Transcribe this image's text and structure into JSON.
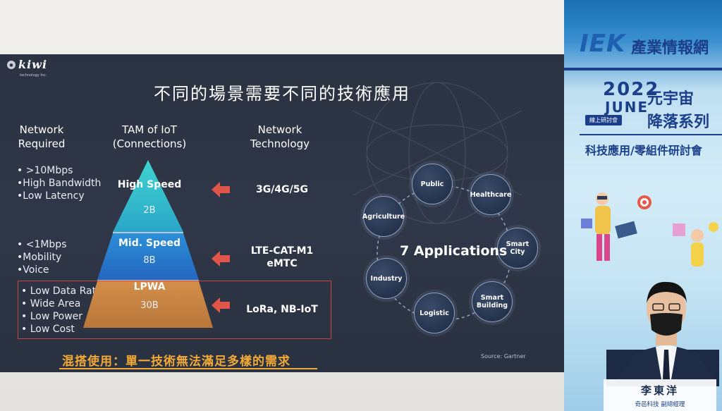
{
  "slide": {
    "logo": {
      "name": "kiwi",
      "subtitle": "technology Inc."
    },
    "title": "不同的場景需要不同的技術應用",
    "headers": {
      "network_required": [
        "Network",
        "Required"
      ],
      "tam": [
        "TAM of IoT",
        "(Connections)"
      ],
      "network_technology": [
        "Network",
        "Technology"
      ]
    },
    "tiers": [
      {
        "name": "High Speed",
        "connections": "2B",
        "requirements": [
          "• >10Mbps",
          "•High Bandwidth",
          "•Low Latency"
        ],
        "technology": [
          "3G/4G/5G"
        ]
      },
      {
        "name": "Mid. Speed",
        "connections": "8B",
        "requirements": [
          "• <1Mbps",
          "•Mobility",
          "•Voice"
        ],
        "technology": [
          "LTE-CAT-M1",
          "eMTC"
        ]
      },
      {
        "name": "LPWA",
        "connections": "30B",
        "requirements": [
          "• Low Data Rate",
          "• Wide Area",
          "• Low Power",
          "• Low Cost"
        ],
        "technology": [
          "LoRa, NB-IoT"
        ]
      }
    ],
    "applications": {
      "center": "7 Applications",
      "items": [
        {
          "label": [
            "Public"
          ]
        },
        {
          "label": [
            "Healthcare"
          ]
        },
        {
          "label": [
            "Smart",
            "City"
          ]
        },
        {
          "label": [
            "Smart",
            "Building"
          ]
        },
        {
          "label": [
            "Logistic"
          ]
        },
        {
          "label": [
            "Industry"
          ]
        },
        {
          "label": [
            "Agriculture"
          ]
        }
      ]
    },
    "bottom_text": "混搭使用：單一技術無法滿足多樣的需求",
    "source": "Source: Gartner",
    "colors": {
      "accent_orange": "#f2a935",
      "arrow_red": "#e0554a",
      "box_red": "#c8463e",
      "tier_top": "#35c3c9",
      "tier_mid": "#2f7fd6",
      "tier_low": "#c98542"
    }
  },
  "banner": {
    "brand": "IEK",
    "brand_text": "產業情報網",
    "year": "2022",
    "month": "JUNE",
    "badge": "線上研討會",
    "headline_1": "元宇宙",
    "headline_2": "降落系列",
    "subheadline": "科技應用/零組件研討會",
    "speaker_name": "李東洋",
    "speaker_title": "奇邑科技 副總經理"
  }
}
